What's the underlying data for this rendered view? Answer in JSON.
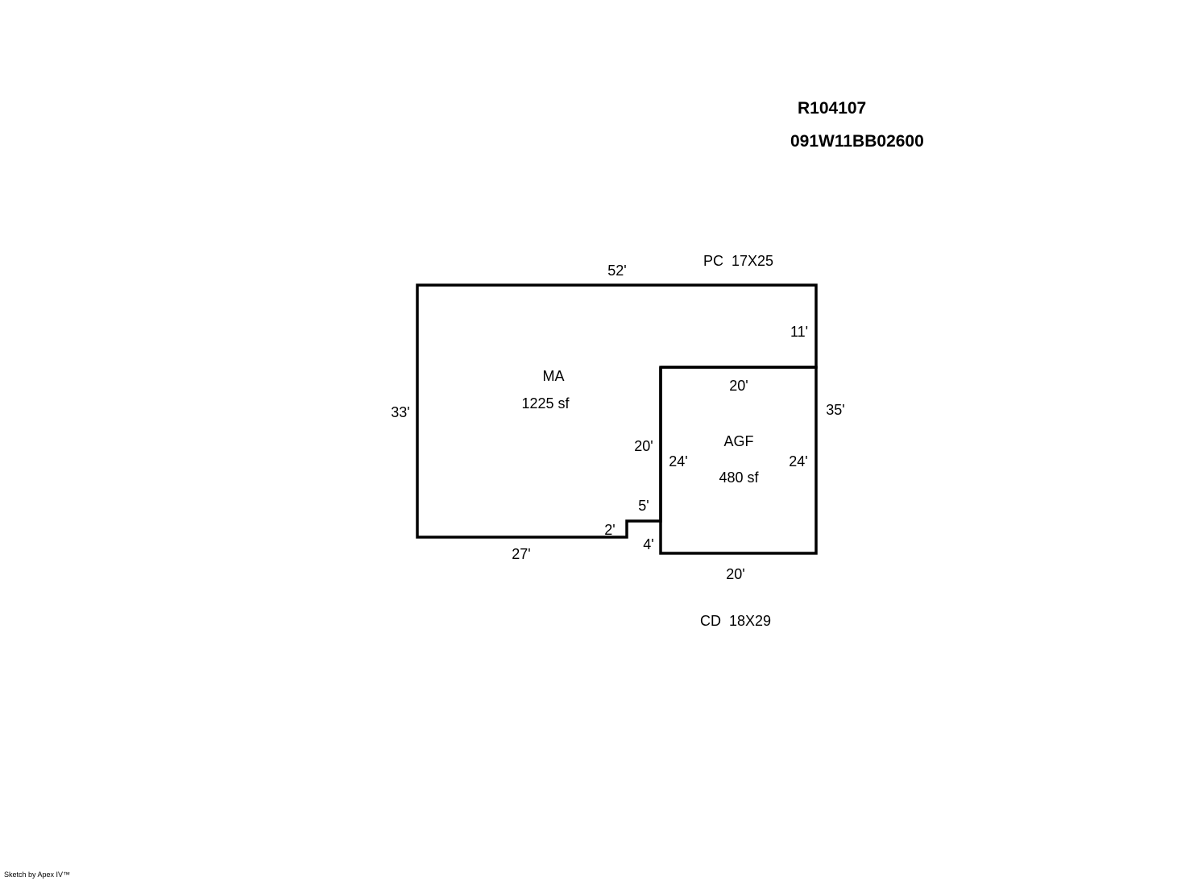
{
  "header": {
    "account_id": "R104107",
    "parcel_id": "091W11BB02600"
  },
  "areas": {
    "main_area": {
      "code": "MA",
      "size": "1225 sf"
    },
    "garage": {
      "code": "AGF",
      "size": "480 sf"
    },
    "porch_covered": "PC  17X25",
    "concrete_deck": "CD  18X29"
  },
  "dimensions": {
    "top": "52'",
    "left": "33'",
    "right_upper": "11'",
    "right": "35'",
    "garage_top": "20'",
    "garage_bottom": "20'",
    "garage_left": "24'",
    "garage_right": "24'",
    "ma_inner_wall": "20'",
    "notch_vertical": "5'",
    "notch_horizontal": "2'",
    "garage_lower_left": "4'",
    "bottom_left": "27'"
  },
  "footer": {
    "credit": "Sketch by Apex IV™"
  },
  "colors": {
    "line": "#000000",
    "background": "#ffffff"
  }
}
